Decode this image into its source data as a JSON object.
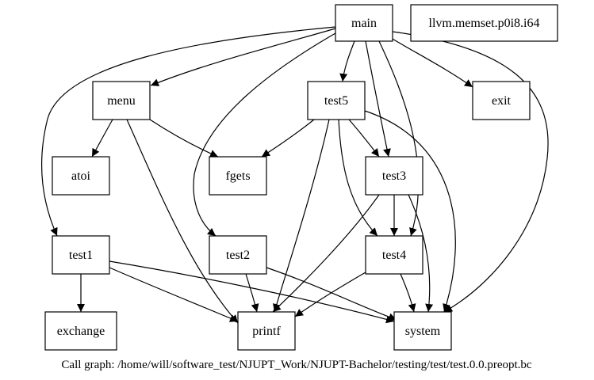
{
  "graph": {
    "caption": "Call graph: /home/will/software_test/NJUPT_Work/NJUPT-Bachelor/testing/test/test.0.0.preopt.bc",
    "nodes": {
      "main": "main",
      "memset": "llvm.memset.p0i8.i64",
      "menu": "menu",
      "test5": "test5",
      "exit": "exit",
      "atoi": "atoi",
      "fgets": "fgets",
      "test3": "test3",
      "test1": "test1",
      "test2": "test2",
      "test4": "test4",
      "exchange": "exchange",
      "printf": "printf",
      "system": "system"
    },
    "edges": [
      {
        "from": "main",
        "to": "menu"
      },
      {
        "from": "main",
        "to": "test5"
      },
      {
        "from": "main",
        "to": "test3"
      },
      {
        "from": "main",
        "to": "test4"
      },
      {
        "from": "main",
        "to": "test1"
      },
      {
        "from": "main",
        "to": "test2"
      },
      {
        "from": "main",
        "to": "exit"
      },
      {
        "from": "main",
        "to": "system"
      },
      {
        "from": "menu",
        "to": "atoi"
      },
      {
        "from": "menu",
        "to": "fgets"
      },
      {
        "from": "menu",
        "to": "printf"
      },
      {
        "from": "test5",
        "to": "fgets"
      },
      {
        "from": "test5",
        "to": "test3"
      },
      {
        "from": "test5",
        "to": "test4"
      },
      {
        "from": "test5",
        "to": "printf"
      },
      {
        "from": "test5",
        "to": "system"
      },
      {
        "from": "test3",
        "to": "test4"
      },
      {
        "from": "test3",
        "to": "printf"
      },
      {
        "from": "test3",
        "to": "system"
      },
      {
        "from": "test1",
        "to": "exchange"
      },
      {
        "from": "test1",
        "to": "printf"
      },
      {
        "from": "test1",
        "to": "system"
      },
      {
        "from": "test2",
        "to": "printf"
      },
      {
        "from": "test2",
        "to": "system"
      },
      {
        "from": "test4",
        "to": "printf"
      },
      {
        "from": "test4",
        "to": "system"
      }
    ]
  }
}
